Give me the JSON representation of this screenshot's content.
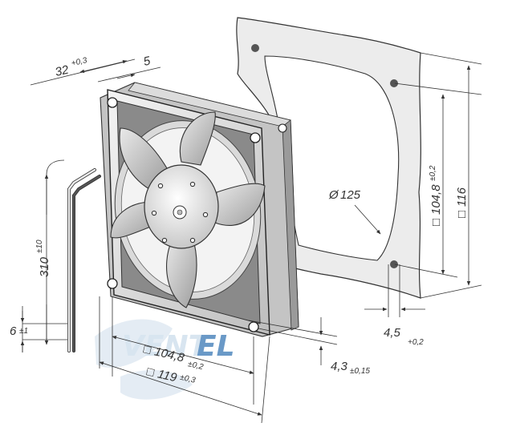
{
  "watermark": {
    "main": "VENT",
    "accent": "EL",
    "main_color": "#d4e3ef",
    "accent_color": "#5a8fc2"
  },
  "colors": {
    "line": "#333333",
    "frame_light": "#e6e6e6",
    "frame_mid": "#c4c4c4",
    "frame_dark": "#8a8a8a",
    "panel": "#ececec"
  },
  "dimensions": {
    "depth": {
      "value": "32",
      "tol": "+0,3"
    },
    "flange": {
      "value": "5"
    },
    "cable_length": {
      "value": "310",
      "tol": "±10"
    },
    "strip_length": {
      "value": "6",
      "tol": "±1"
    },
    "hole_spacing_bottom": {
      "prefix": "□",
      "value": "104,8",
      "tol": "±0,2"
    },
    "size": {
      "prefix": "□",
      "value": "119",
      "tol": "±0,3"
    },
    "hole_diameter": {
      "value": "4,3",
      "tol": "±0,15"
    },
    "mount_hole": {
      "value": "4,5",
      "tol": "+0,2"
    },
    "cutout": {
      "prefix": "Ø",
      "value": "125"
    },
    "panel_hole_spacing": {
      "prefix": "□",
      "value": "104,8",
      "tol": "±0,2"
    },
    "panel_size": {
      "prefix": "□",
      "value": "116"
    }
  }
}
